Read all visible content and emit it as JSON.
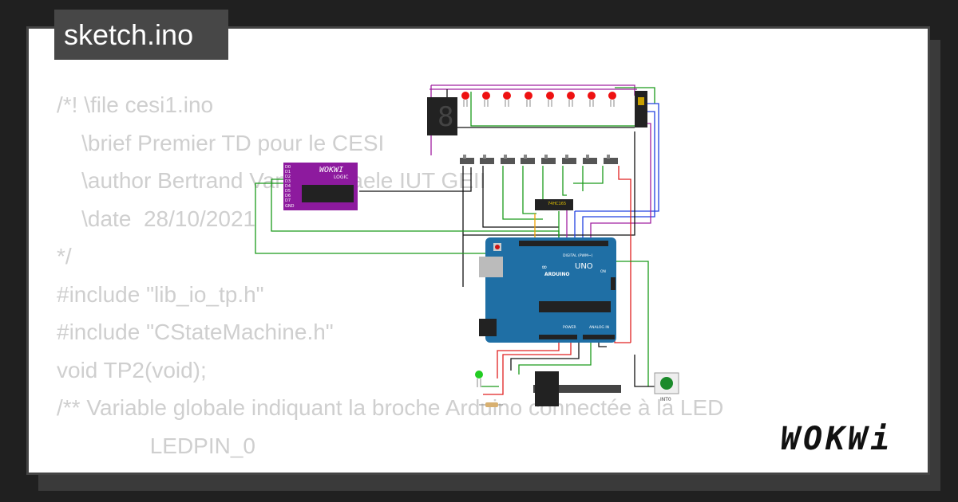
{
  "file_tab": {
    "label": "sketch.ino"
  },
  "code_lines": [
    "/*! \\file cesi1.ino",
    "    \\brief Premier TD pour le CESI",
    "    \\author Bertrand Vandeportaele IUT GEII",
    "    \\date  28/10/2021",
    "*/",
    "#include \"lib_io_tp.h\"",
    "#include \"CStateMachine.h\"",
    "void TP2(void);",
    "",
    "/** Variable globale indiquant la broche Arduino connectée à la LED",
    "               LEDPIN_0"
  ],
  "circuit": {
    "logic_analyzer": {
      "brand": "WOKWI",
      "subtitle": "LOGIC",
      "pins": [
        "D0",
        "D1",
        "D2",
        "D3",
        "D4",
        "D5",
        "D6",
        "D7",
        "GND"
      ]
    },
    "shift_register": {
      "label": "74HC165"
    },
    "arduino": {
      "model": "UNO",
      "brand": "ARDUINO",
      "digital_header": "DIGITAL (PWM~)",
      "power_header": "POWER",
      "analog_header": "ANALOG IN",
      "on_label": "ON"
    },
    "button": {
      "label": "INT0"
    },
    "leds_count": 8,
    "switches_count": 8
  },
  "colors": {
    "wire_red": "#e02020",
    "wire_green": "#1a9a1a",
    "wire_blue": "#2040e0",
    "wire_purple": "#a020a0",
    "wire_black": "#111111",
    "board_blue": "#1f6fa5",
    "analyzer_purple": "#8d1a9e"
  },
  "logo": {
    "text": "WOKWi"
  }
}
